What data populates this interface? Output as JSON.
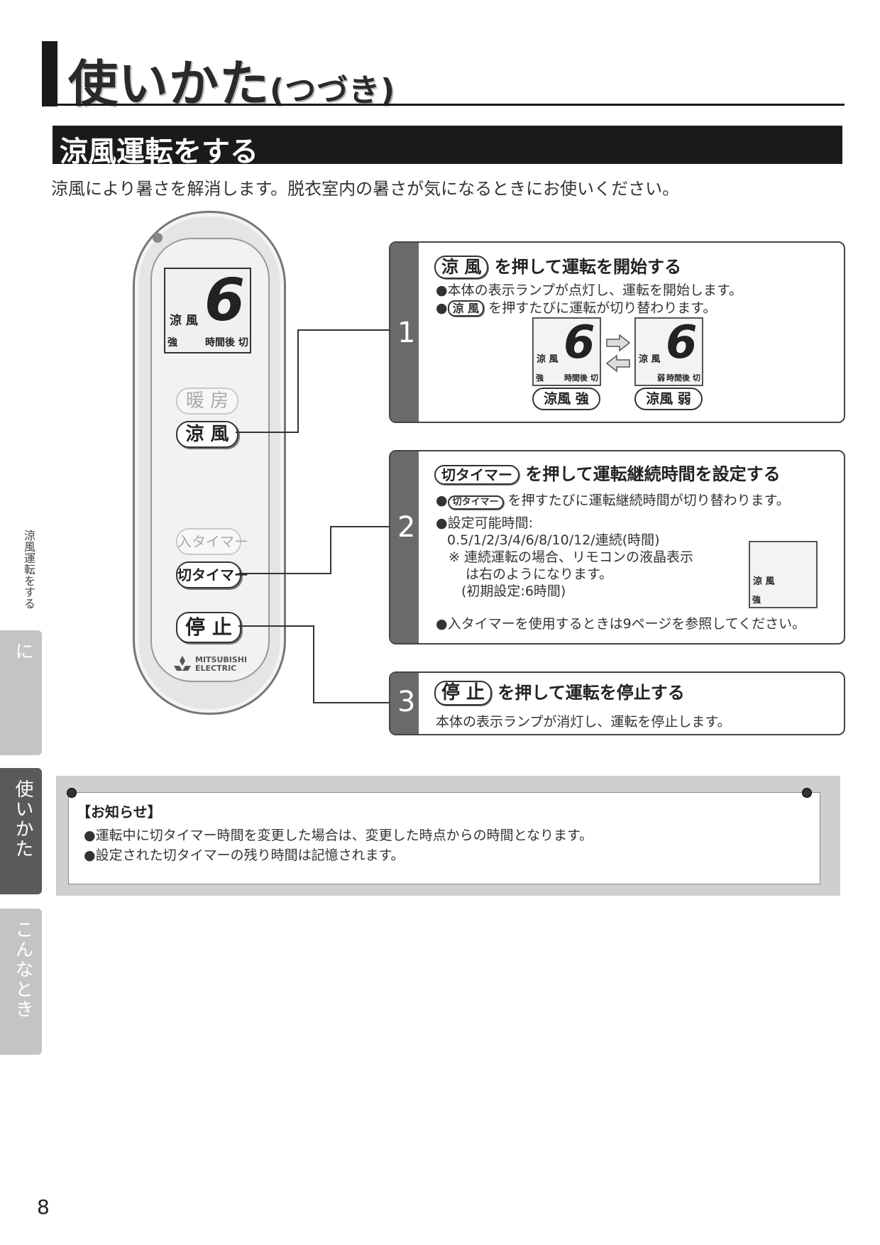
{
  "header": {
    "title_main": "使いかた",
    "title_sub": "(つづき)"
  },
  "section": {
    "title": "涼風運転をする",
    "intro": "涼風により暑さを解消します。脱衣室内の暑さが気になるときにお使いください。"
  },
  "side": {
    "current_label": "涼風運転をする",
    "tabs": [
      "ご使用の前に",
      "使いかた",
      "こんなとき"
    ]
  },
  "remote": {
    "lcd_mode": "涼 風",
    "lcd_number": "6",
    "lcd_strength": "強",
    "lcd_timer": "時間後 切",
    "btn_heat": "暖 房",
    "btn_cool": "涼 風",
    "btn_on_timer": "入タイマー",
    "btn_off_timer": "切タイマー",
    "btn_stop": "停 止",
    "logo": "MITSUBISHI ELECTRIC"
  },
  "steps": [
    {
      "number": "1",
      "button": "涼 風",
      "heading": "を押して運転を開始する",
      "bullet1": "●本体の表示ランプが点灯し、運転を開始します。",
      "bullet2_prefix": "●",
      "bullet2_button": "涼 風",
      "bullet2_text": "を押すたびに運転が切り替わります。",
      "lcd_a": {
        "mode": "涼 風",
        "number": "6",
        "strength": "強",
        "timer": "時間後 切"
      },
      "lcd_b": {
        "mode": "涼 風",
        "number": "6",
        "strength": "弱",
        "timer": "時間後 切"
      },
      "label_a": "涼風 強",
      "label_b": "涼風 弱"
    },
    {
      "number": "2",
      "button": "切タイマー",
      "heading": "を押して運転継続時間を設定する",
      "bullet1_prefix": "●",
      "bullet1_button": "切タイマー",
      "bullet1_text": "を押すたびに運転継続時間が切り替わります。",
      "bullet2": "●設定可能時間:",
      "times": "0.5/1/2/3/4/6/8/10/12/連続(時間)",
      "note1": "※ 連続運転の場合、リモコンの液晶表示",
      "note2": "は右のようになります。",
      "note3": "(初期設定:6時間)",
      "bullet3": "●入タイマーを使用するときは9ページを参照してください。",
      "lcd_cont": {
        "mode": "涼 風",
        "strength": "強"
      }
    },
    {
      "number": "3",
      "button": "停 止",
      "heading": "を押して運転を停止する",
      "text": "本体の表示ランプが消灯し、運転を停止します。"
    }
  ],
  "notice": {
    "title": "【お知らせ】",
    "lines": [
      "●運転中に切タイマー時間を変更した場合は、変更した時点からの時間となります。",
      "●設定された切タイマーの残り時間は記憶されます。"
    ]
  },
  "page_number": "8"
}
